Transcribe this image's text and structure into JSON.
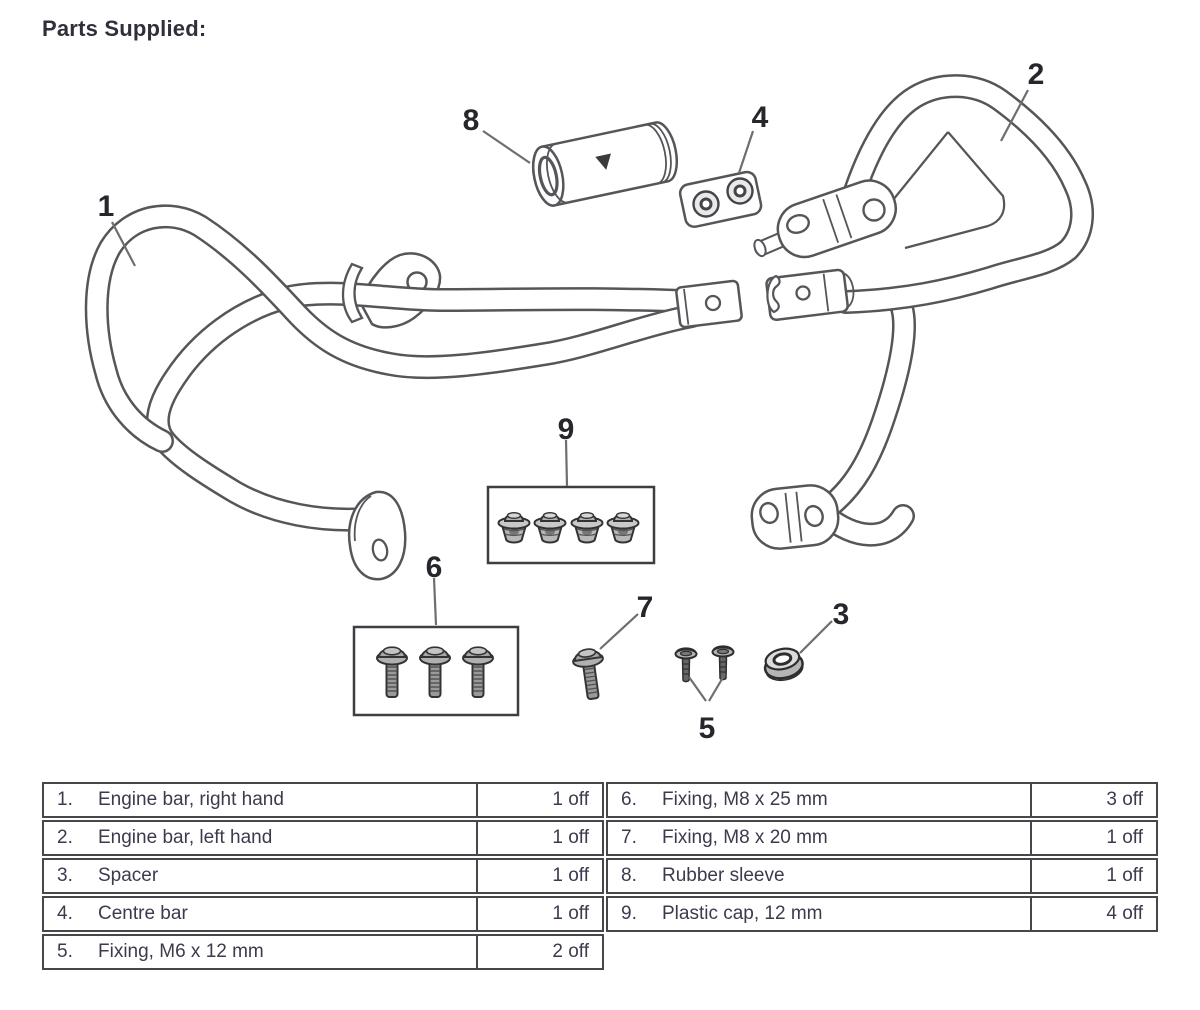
{
  "title": "Parts Supplied:",
  "colors": {
    "ink": "#3b3b4e",
    "table_border": "#47474b",
    "drawing_line": "#56565a",
    "callout_text": "#26262c",
    "leader_line": "#6e6e72"
  },
  "diagram": {
    "callouts": {
      "c1": "1",
      "c2": "2",
      "c3": "3",
      "c4": "4",
      "c5": "5",
      "c6": "6",
      "c7": "7",
      "c8": "8",
      "c9": "9"
    }
  },
  "table": {
    "left": [
      {
        "num": "1.",
        "desc": "Engine bar, right hand",
        "qty": "1 off"
      },
      {
        "num": "2.",
        "desc": "Engine bar, left hand",
        "qty": "1 off"
      },
      {
        "num": "3.",
        "desc": "Spacer",
        "qty": "1 off"
      },
      {
        "num": "4.",
        "desc": "Centre bar",
        "qty": "1 off"
      },
      {
        "num": "5.",
        "desc": "Fixing, M6 x 12 mm",
        "qty": "2 off"
      }
    ],
    "right": [
      {
        "num": "6.",
        "desc": "Fixing, M8 x 25 mm",
        "qty": "3 off"
      },
      {
        "num": "7.",
        "desc": "Fixing, M8 x 20 mm",
        "qty": "1 off"
      },
      {
        "num": "8.",
        "desc": "Rubber sleeve",
        "qty": "1 off"
      },
      {
        "num": "9.",
        "desc": "Plastic cap, 12 mm",
        "qty": "4 off"
      }
    ]
  }
}
